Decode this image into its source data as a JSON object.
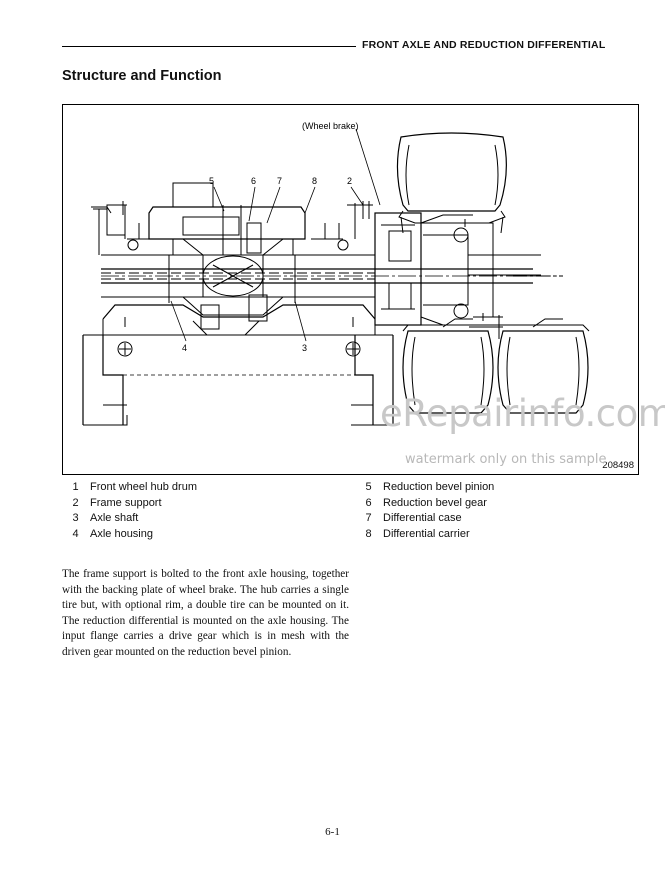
{
  "header": {
    "title": "FRONT AXLE AND REDUCTION DIFFERENTIAL"
  },
  "section_title": "Structure and Function",
  "figure": {
    "callouts": {
      "wheel_brake": "(Wheel brake)",
      "n5": "5",
      "n6": "6",
      "n7": "7",
      "n8": "8",
      "n2": "2",
      "n4": "4",
      "n3": "3"
    },
    "figure_number": "208498"
  },
  "watermark": {
    "site": "eRepairinfo.com",
    "note": "watermark only on this sample"
  },
  "legend": {
    "left": [
      {
        "num": "1",
        "label": "Front wheel hub drum"
      },
      {
        "num": "2",
        "label": "Frame support"
      },
      {
        "num": "3",
        "label": "Axle shaft"
      },
      {
        "num": "4",
        "label": "Axle housing"
      }
    ],
    "right": [
      {
        "num": "5",
        "label": "Reduction bevel pinion"
      },
      {
        "num": "6",
        "label": "Reduction bevel gear"
      },
      {
        "num": "7",
        "label": "Differential case"
      },
      {
        "num": "8",
        "label": "Differential carrier"
      }
    ]
  },
  "body": {
    "paragraph": "The frame support is bolted to the front axle housing, together with the backing plate of wheel brake. The hub carries a single tire but, with optional rim, a double tire can be mounted on it. The reduction differential is mounted on the axle housing. The input flange carries a drive gear which is in mesh with the driven gear mounted on the reduction bevel pinion."
  },
  "page_number": "6-1"
}
